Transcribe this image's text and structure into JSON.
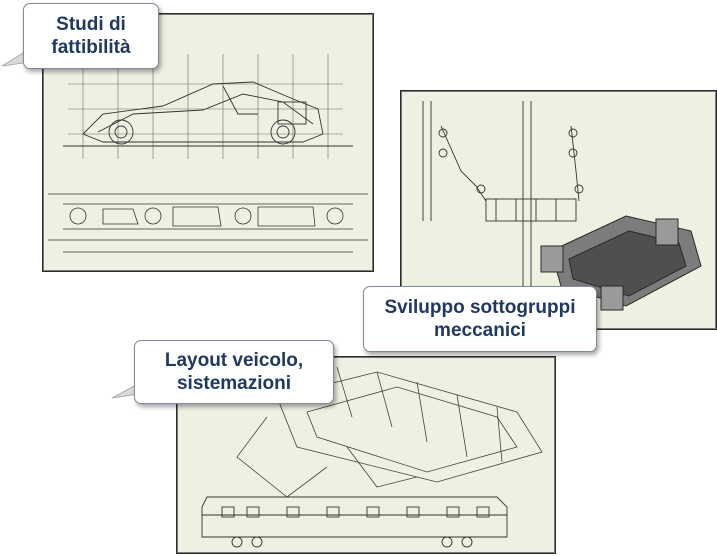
{
  "callouts": {
    "feasibility": {
      "line1": "Studi di",
      "line2": "fattibilità"
    },
    "subassemblies": {
      "line1": "Sviluppo sottogruppi",
      "line2": "meccanici"
    },
    "layout": {
      "line1": "Layout veicolo,",
      "line2": "sistemazioni"
    }
  },
  "colors": {
    "panel_bg": "#eef1e1",
    "callout_text": "#1f3864",
    "drawing_line": "#333333"
  }
}
